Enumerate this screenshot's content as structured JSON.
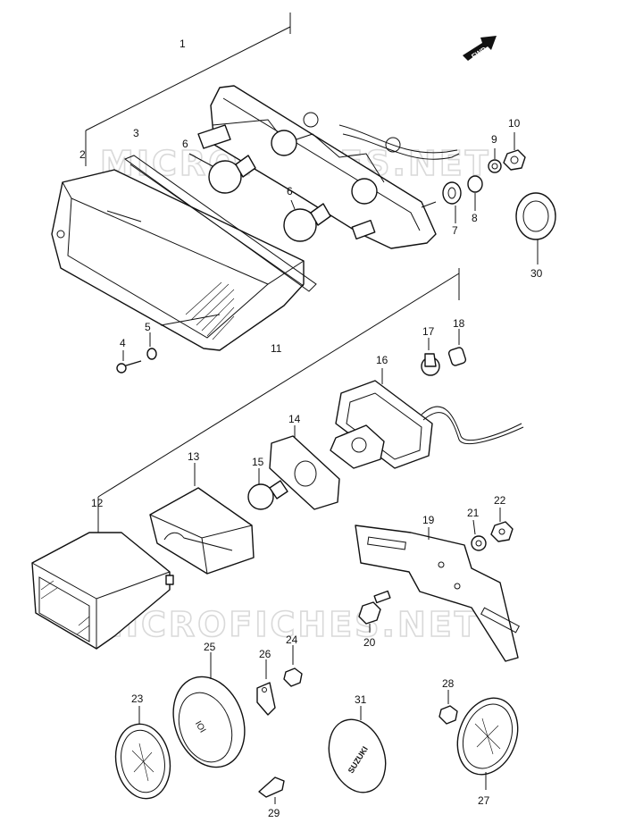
{
  "watermark": "MICROFICHES.NET",
  "fwd_label": "FWD",
  "callouts": [
    "1",
    "2",
    "3",
    "4",
    "5",
    "6",
    "6",
    "7",
    "8",
    "9",
    "10",
    "11",
    "12",
    "13",
    "14",
    "15",
    "16",
    "17",
    "18",
    "19",
    "20",
    "21",
    "22",
    "23",
    "24",
    "25",
    "26",
    "27",
    "28",
    "29",
    "30",
    "31"
  ],
  "badges": {
    "emblem_31": "SUZUKI",
    "rim_25": "IOI"
  }
}
